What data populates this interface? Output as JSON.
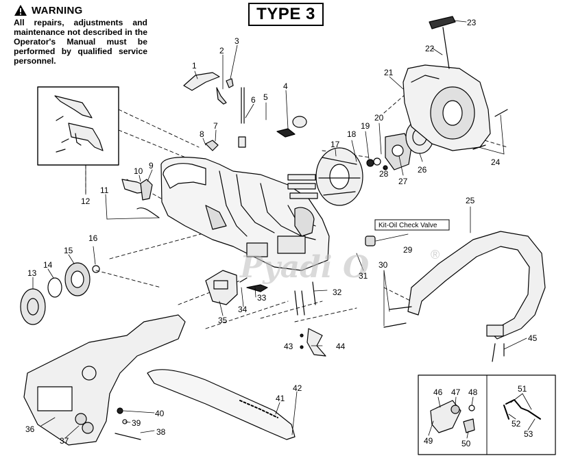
{
  "warning": {
    "title": "WARNING",
    "body": "All repairs, adjustments and maintenance not described in the Operator's Manual must be performed by qualified service personnel."
  },
  "type_label": "TYPE 3",
  "kit_label": "Kit-Oil Check Valve",
  "watermark": {
    "text": "Pyadi O",
    "registered": "®"
  },
  "callouts": [
    "1",
    "2",
    "3",
    "4",
    "5",
    "6",
    "7",
    "8",
    "9",
    "10",
    "11",
    "12",
    "13",
    "14",
    "15",
    "16",
    "17",
    "18",
    "19",
    "20",
    "21",
    "22",
    "23",
    "24",
    "25",
    "26",
    "27",
    "28",
    "29",
    "30",
    "31",
    "32",
    "33",
    "34",
    "35",
    "36",
    "37",
    "38",
    "39",
    "40",
    "41",
    "42",
    "43",
    "44",
    "45",
    "46",
    "47",
    "48",
    "49",
    "50",
    "51",
    "52",
    "53"
  ],
  "icons": {
    "warning": "warning-triangle-icon"
  }
}
